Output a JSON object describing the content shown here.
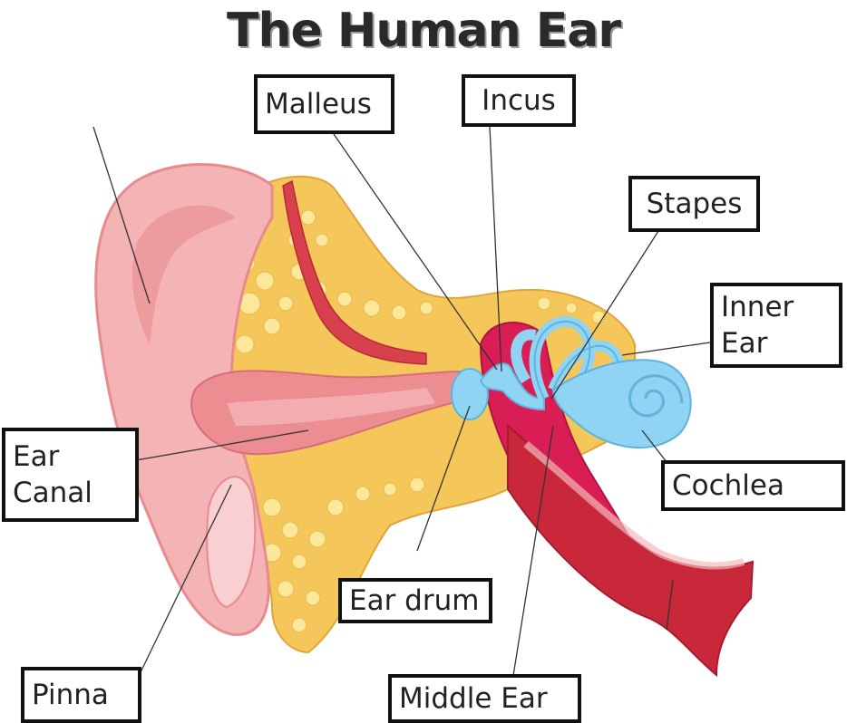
{
  "title": "The Human Ear",
  "labels": {
    "malleus": "Malleus",
    "incus": "Incus",
    "stapes": "Stapes",
    "inner_ear": "Inner\nEar",
    "ear_canal": "Ear\nCanal",
    "cochlea": "Cochlea",
    "ear_drum": "Ear drum",
    "pinna": "Pinna",
    "middle_ear": "Middle Ear"
  },
  "colors": {
    "skin": "#f4b3b5",
    "skin_dark": "#e98a8f",
    "bone": "#f5c75a",
    "bone_bubble": "#fde79a",
    "middle_ear": "#d81e55",
    "inner_ear": "#8fd4f2",
    "tube": "#c9283a"
  }
}
